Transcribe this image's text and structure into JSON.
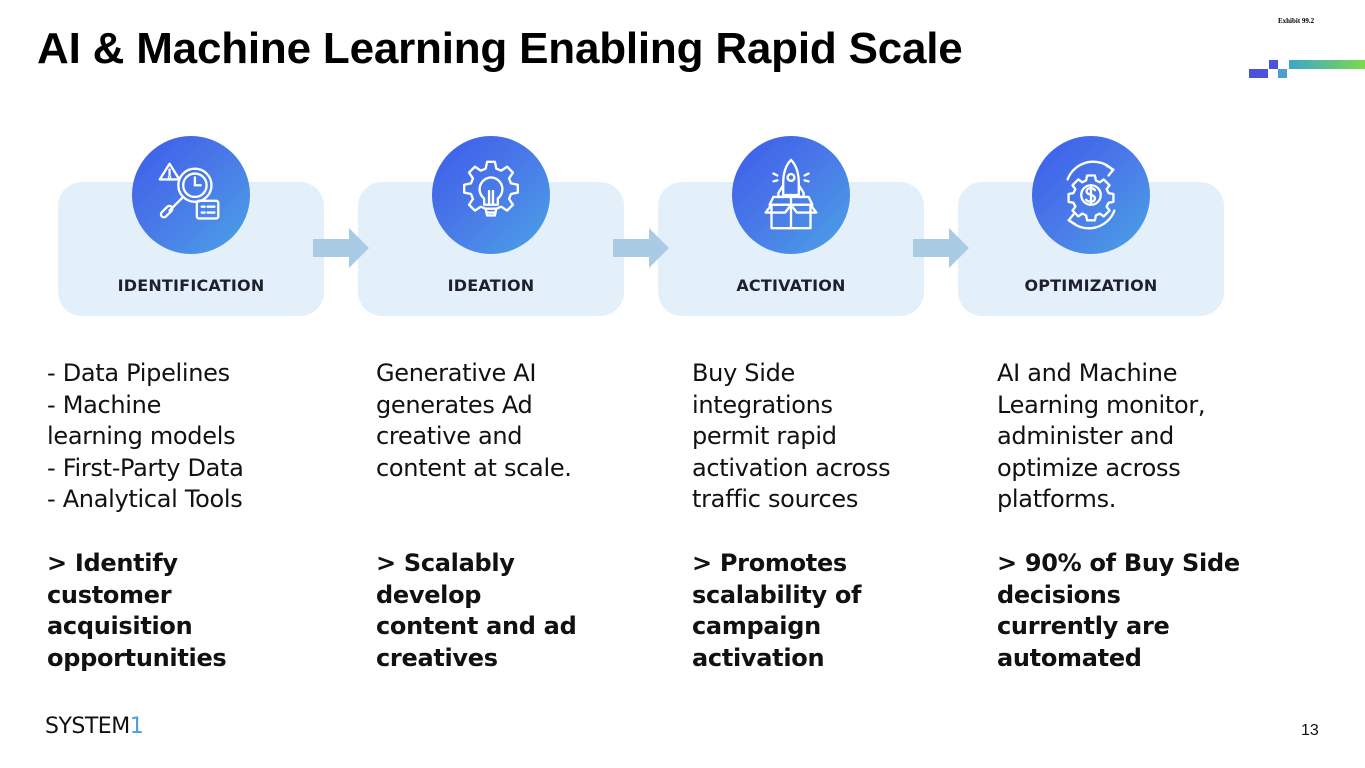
{
  "slide": {
    "title": "AI & Machine Learning Enabling Rapid Scale",
    "exhibit_label": "Exhibit 99.2",
    "page_number": "13",
    "logo": {
      "text_main": "SYSTEM",
      "text_accent": "1"
    }
  },
  "colors": {
    "card_bg": "#e3f0fa",
    "circle_gradient_start": "#3b5bea",
    "circle_gradient_end": "#4aa3e6",
    "arrow": "#a9cbe3",
    "logo_accent": "#4a9fe0"
  },
  "steps": [
    {
      "label": "IDENTIFICATION",
      "icon": "magnifier-clock-alert-icon",
      "description": "- Data Pipelines\n- Machine\nlearning models\n- First-Party Data\n- Analytical Tools",
      "takeaway": "> Identify\ncustomer\nacquisition\nopportunities"
    },
    {
      "label": "IDEATION",
      "icon": "gear-lightbulb-icon",
      "description": "Generative AI\ngenerates Ad\ncreative and\ncontent at scale.",
      "takeaway": "> Scalably\ndevelop\ncontent and ad\ncreatives"
    },
    {
      "label": "ACTIVATION",
      "icon": "rocket-box-icon",
      "description": "Buy Side\nintegrations\npermit rapid\nactivation  across\ntraffic sources",
      "takeaway": "> Promotes\nscalability of\ncampaign\nactivation"
    },
    {
      "label": "OPTIMIZATION",
      "icon": "dollar-gear-cycle-icon",
      "description": "AI and Machine\nLearning monitor,\nadminister and\noptimize across\nplatforms.",
      "takeaway": "> 90% of Buy Side\ndecisions\ncurrently are\nautomated"
    }
  ]
}
